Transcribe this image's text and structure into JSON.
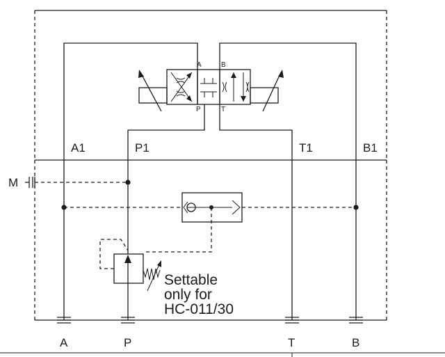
{
  "diagram": {
    "ports_top": [
      "A1",
      "P1",
      "T1",
      "B1"
    ],
    "ports_bottom": [
      "A",
      "P",
      "T",
      "B"
    ],
    "gauge_port": "M",
    "valve_ports": {
      "a": "A",
      "b": "B",
      "p": "P",
      "t": "T"
    },
    "note_lines": [
      "Settable",
      "only for",
      "HC-011/30"
    ]
  }
}
